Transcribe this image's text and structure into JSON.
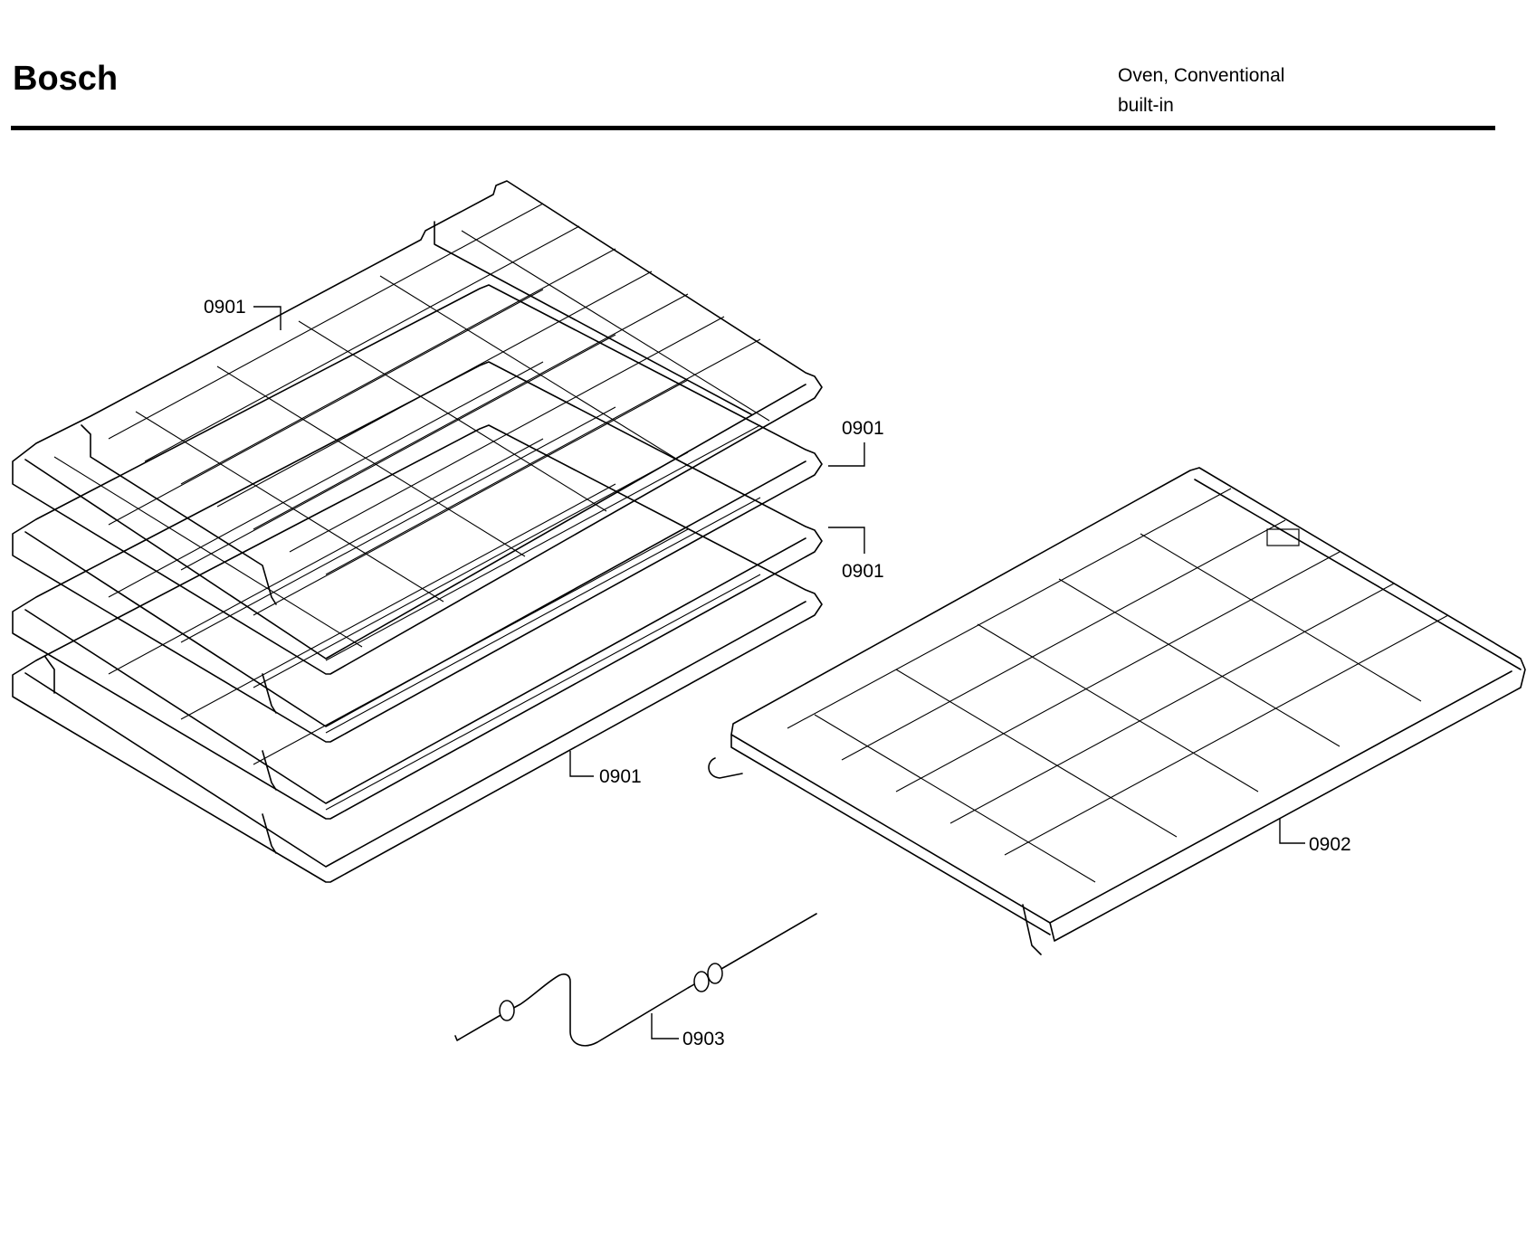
{
  "header": {
    "brand": "Bosch",
    "product_line1": "Oven, Conventional",
    "product_line2": "built-in"
  },
  "callouts": [
    {
      "id": "rack-top",
      "label": "0901"
    },
    {
      "id": "rack-second",
      "label": "0901"
    },
    {
      "id": "rack-third",
      "label": "0901"
    },
    {
      "id": "rack-bottom",
      "label": "0901"
    },
    {
      "id": "telescopic-rack",
      "label": "0902"
    },
    {
      "id": "meat-probe",
      "label": "0903"
    }
  ],
  "parts": [
    {
      "name": "wire-rack",
      "count": 4
    },
    {
      "name": "telescopic-rack",
      "count": 1
    },
    {
      "name": "meat-probe",
      "count": 1
    }
  ]
}
